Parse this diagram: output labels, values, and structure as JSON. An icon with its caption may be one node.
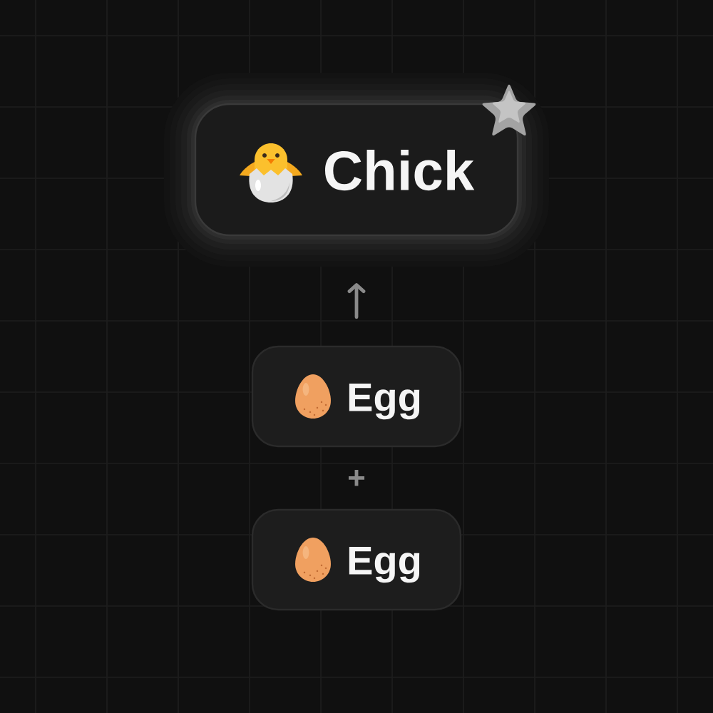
{
  "diagram": {
    "nodes": [
      {
        "text": [
          "Chick"
        ]
      },
      {
        "text": [
          "Egg"
        ]
      },
      {
        "text": [
          "Egg"
        ]
      }
    ],
    "edges": [
      {
        "from": 1,
        "to": 0,
        "arrow": "to"
      }
    ],
    "labels": [
      "+"
    ]
  }
}
